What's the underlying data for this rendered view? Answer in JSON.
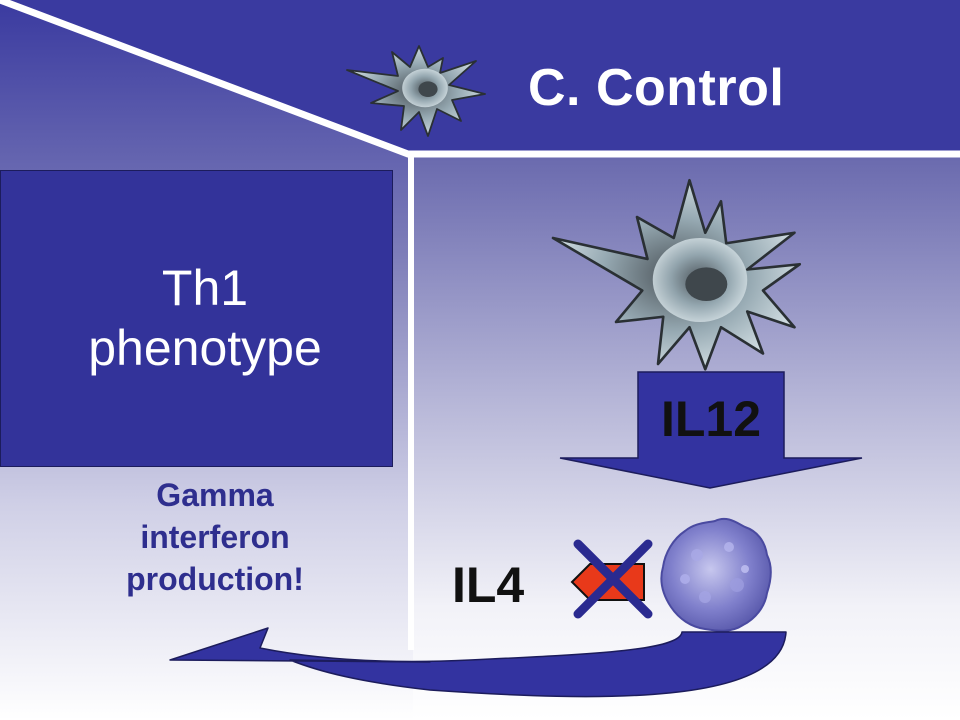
{
  "slide": {
    "title": "C. Control",
    "th1_box": {
      "line1": "Th1",
      "line2": "phenotype"
    },
    "cytokine_output": {
      "line1": "Gamma",
      "line2": "interferon",
      "line3": "production!"
    },
    "il12_label": "IL12",
    "il4_label": "IL4"
  },
  "colors": {
    "background_top": "#3a3aa0",
    "background_bottom": "#ffffff",
    "box_fill": "#33339a",
    "arrow_fill": "#3333a0",
    "blocked_signal": "#e8391a",
    "block_cross": "#2a2a90",
    "gamma_text": "#2e2e8e"
  },
  "icons": {
    "dendritic_cell_small": "dendritic-cell-icon",
    "dendritic_cell_large": "dendritic-cell-icon",
    "t_cell": "t-cell-icon",
    "block_mark": "x-cross-icon"
  }
}
